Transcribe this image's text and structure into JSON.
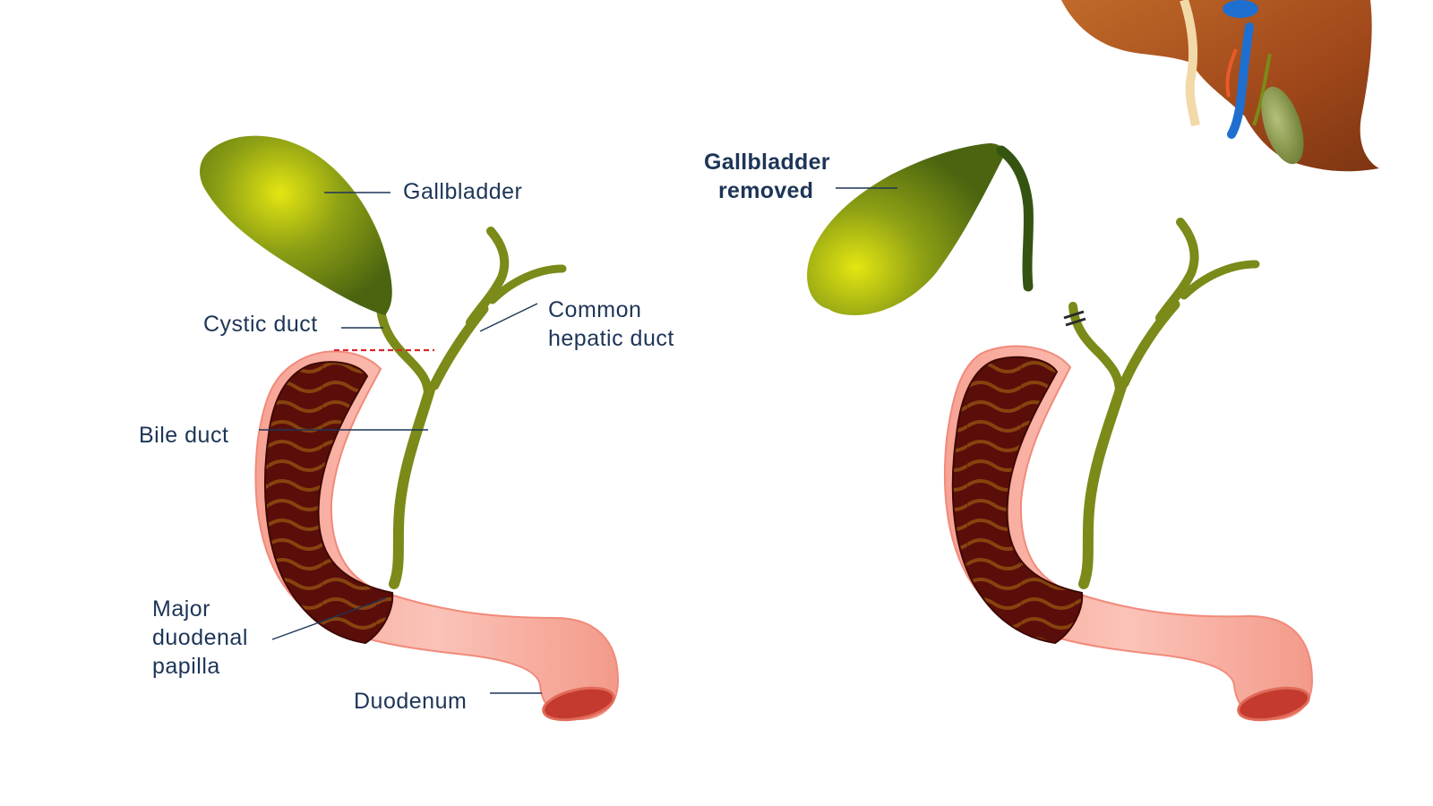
{
  "labels": {
    "gallbladder": "Gallbladder",
    "cystic_duct": "Cystic duct",
    "common_hepatic_duct_1": "Common",
    "common_hepatic_duct_2": "hepatic duct",
    "bile_duct": "Bile duct",
    "papilla_1": "Major",
    "papilla_2": "duodenal",
    "papilla_3": "papilla",
    "duodenum": "Duodenum",
    "removed_1": "Gallbladder",
    "removed_2": "removed"
  },
  "colors": {
    "text": "#1d3557",
    "gallbladder_light": "#d9de10",
    "gallbladder_dark": "#4f6610",
    "duct": "#7b8a18",
    "duct_dark": "#3a5a12",
    "duodenum_outer": "#f8a99b",
    "duodenum_inner": "#5a0e0a",
    "liver": "#a34d1c",
    "cut_line": "#d6282d",
    "vein": "#1f6fd0",
    "artery": "#e85a2a"
  },
  "icons": [
    "gallbladder-organ",
    "liver-organ",
    "duodenum-organ",
    "surgical-clip-icon"
  ]
}
